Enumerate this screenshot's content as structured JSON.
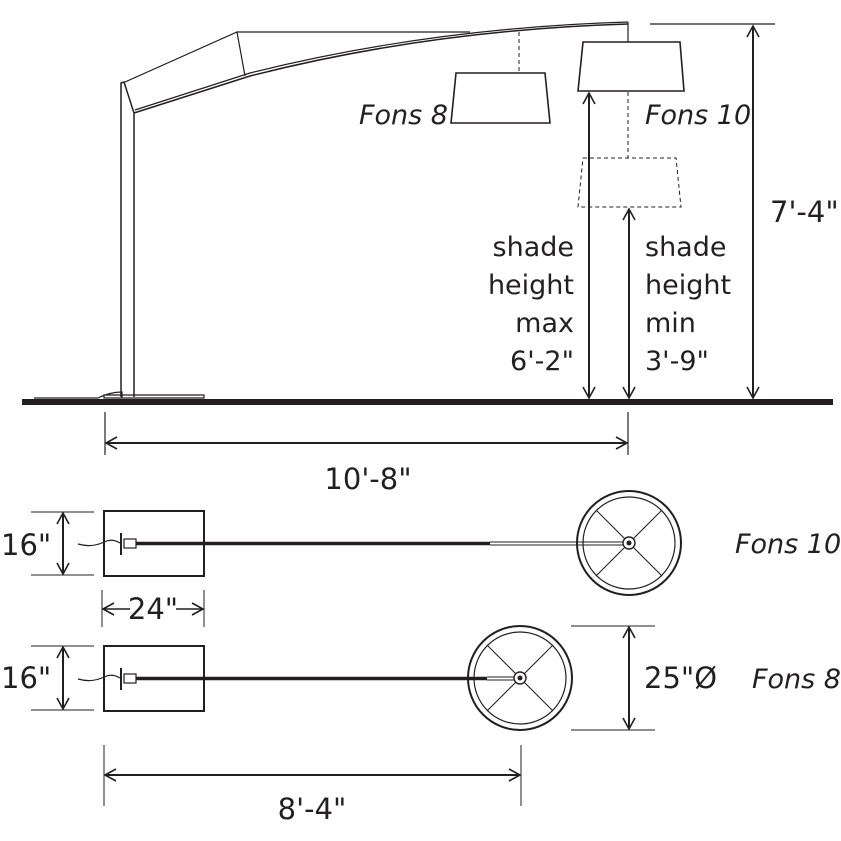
{
  "elevation": {
    "models": {
      "fons8": "Fons 8",
      "fons10": "Fons 10"
    },
    "max_label": [
      "shade",
      "height",
      "max",
      "6'-2\""
    ],
    "min_label": [
      "shade",
      "height",
      "min",
      "3'-9\""
    ],
    "overall_height": "7'-4\"",
    "reach": "10'-8\""
  },
  "plan": {
    "fons10": {
      "model": "Fons 10",
      "base_depth": "16\"",
      "base_width": "24\""
    },
    "fons8": {
      "model": "Fons 8",
      "base_depth": "16\"",
      "shade_diameter": "25\"Ø",
      "reach": "8'-4\""
    }
  },
  "colors": {
    "ink": "#231f20",
    "background": "#ffffff"
  }
}
